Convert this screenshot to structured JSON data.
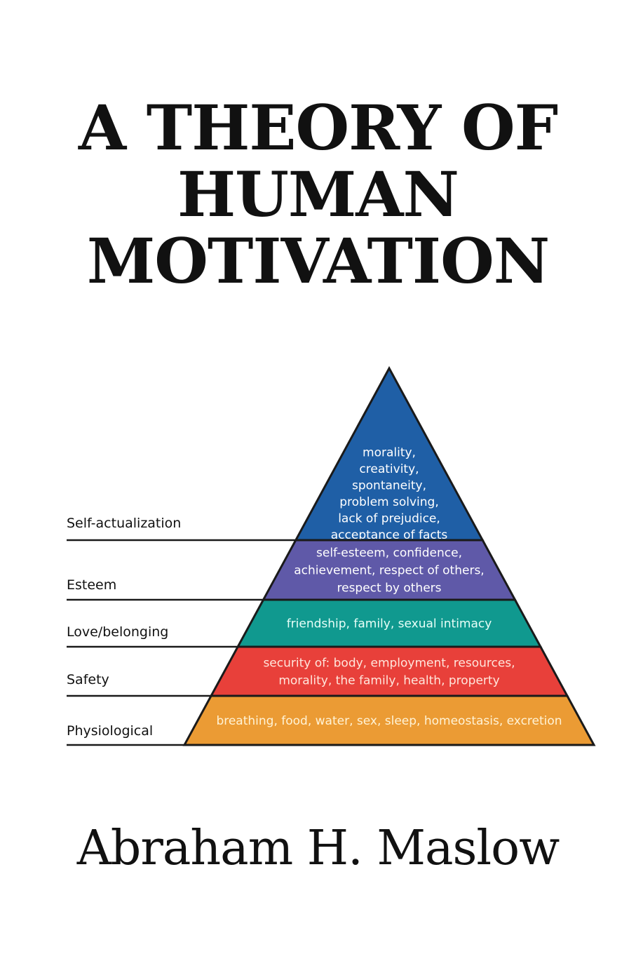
{
  "title_lines": [
    "A THEORY OF",
    "HUMAN",
    "MOTIVATION"
  ],
  "author": "Abraham H. Maslow",
  "pyramid": {
    "levels": [
      {
        "label": "Self-actualization",
        "color": "#1f5fa6",
        "text_color": "#ffffff",
        "lines": [
          "morality,",
          "creativity,",
          "spontaneity,",
          "problem solving,",
          "lack of prejudice,",
          "acceptance of facts"
        ]
      },
      {
        "label": "Esteem",
        "color": "#5f59a8",
        "text_color": "#ffffff",
        "lines": [
          "self-esteem, confidence,",
          "achievement, respect of others,",
          "respect by others"
        ]
      },
      {
        "label": "Love/belonging",
        "color": "#10998f",
        "text_color": "#e8fff8",
        "lines": [
          "friendship, family, sexual intimacy"
        ]
      },
      {
        "label": "Safety",
        "color": "#e8403a",
        "text_color": "#ffe6dc",
        "lines": [
          "security of: body, employment, resources,",
          "morality, the family, health, property"
        ]
      },
      {
        "label": "Physiological",
        "color": "#eb9b34",
        "text_color": "#fff3d6",
        "lines": [
          "breathing, food, water, sex, sleep, homeostasis, excretion"
        ]
      }
    ]
  }
}
